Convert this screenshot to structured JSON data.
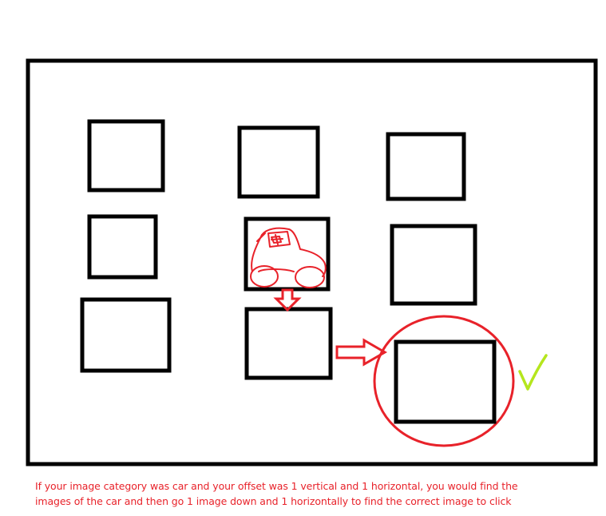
{
  "caption": {
    "line1": "If your image category was car and your offset was 1 vertical and 1 horizontal, you would find the",
    "line2": "images of the car and then go 1 image down and 1 horizontally to find the correct image to click"
  },
  "colors": {
    "frame": "#000000",
    "annotation": "#e8222a",
    "check": "#b5e61d"
  },
  "icons": {
    "car": "car-sketch-icon",
    "down_arrow": "down-arrow-icon",
    "right_arrow": "right-arrow-icon",
    "highlight": "highlight-circle",
    "check": "check-mark-icon"
  }
}
